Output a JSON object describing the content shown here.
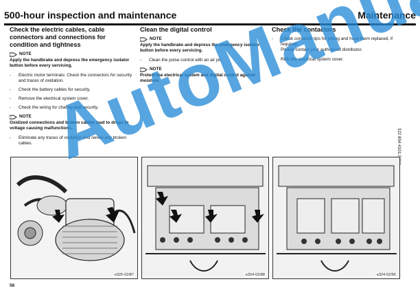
{
  "header": {
    "left_title": "500-hour inspection and maintenance",
    "right_title": "Maintenance"
  },
  "col1": {
    "heading": "Check the electric cables, cable connectors and connections for condition and tightness",
    "note1_label": "NOTE",
    "note1_text": "Apply the handbrake and depress the emergency isolator button before every servicing.",
    "items": [
      "Electric motor terminals: Check the connectors for security and traces of oxidation.",
      "Check the battery cables for security.",
      "Remove the electrical system cover.",
      "Check the wiring for chafing and security."
    ],
    "note2_label": "NOTE",
    "note2_text": "Oxidized connections and broken cables lead to drops in voltage causing malfunctions.",
    "items2": [
      "Eliminate any traces of oxidation and renew any broken cables."
    ]
  },
  "col2": {
    "heading": "Clean the digital control",
    "note1_label": "NOTE",
    "note1_text": "Apply the handbrake and depress the emergency isolator button before every servicing.",
    "items": [
      "Clean the pulse control with an air jet."
    ],
    "note2_label": "NOTE",
    "note2_text": "Protect the electrical system and digital control against moisture."
  },
  "col3": {
    "heading": "Check the contactors",
    "items": [
      "Check contactor tips for pitting and have them replaced, if required.\nPlease contact your authorised distributor.",
      "Refit the electrical system cover."
    ]
  },
  "side_code": "322 804 4101.0404",
  "figures": [
    {
      "caption": "e325-02/87"
    },
    {
      "caption": "e324-02/88"
    },
    {
      "caption": "e324-02/56"
    }
  ],
  "page_number": "56",
  "watermark": "AutoManual",
  "colors": {
    "watermark": "#288cd7",
    "rule": "#111111"
  },
  "icons": {
    "note": "pointing-hand-icon"
  }
}
